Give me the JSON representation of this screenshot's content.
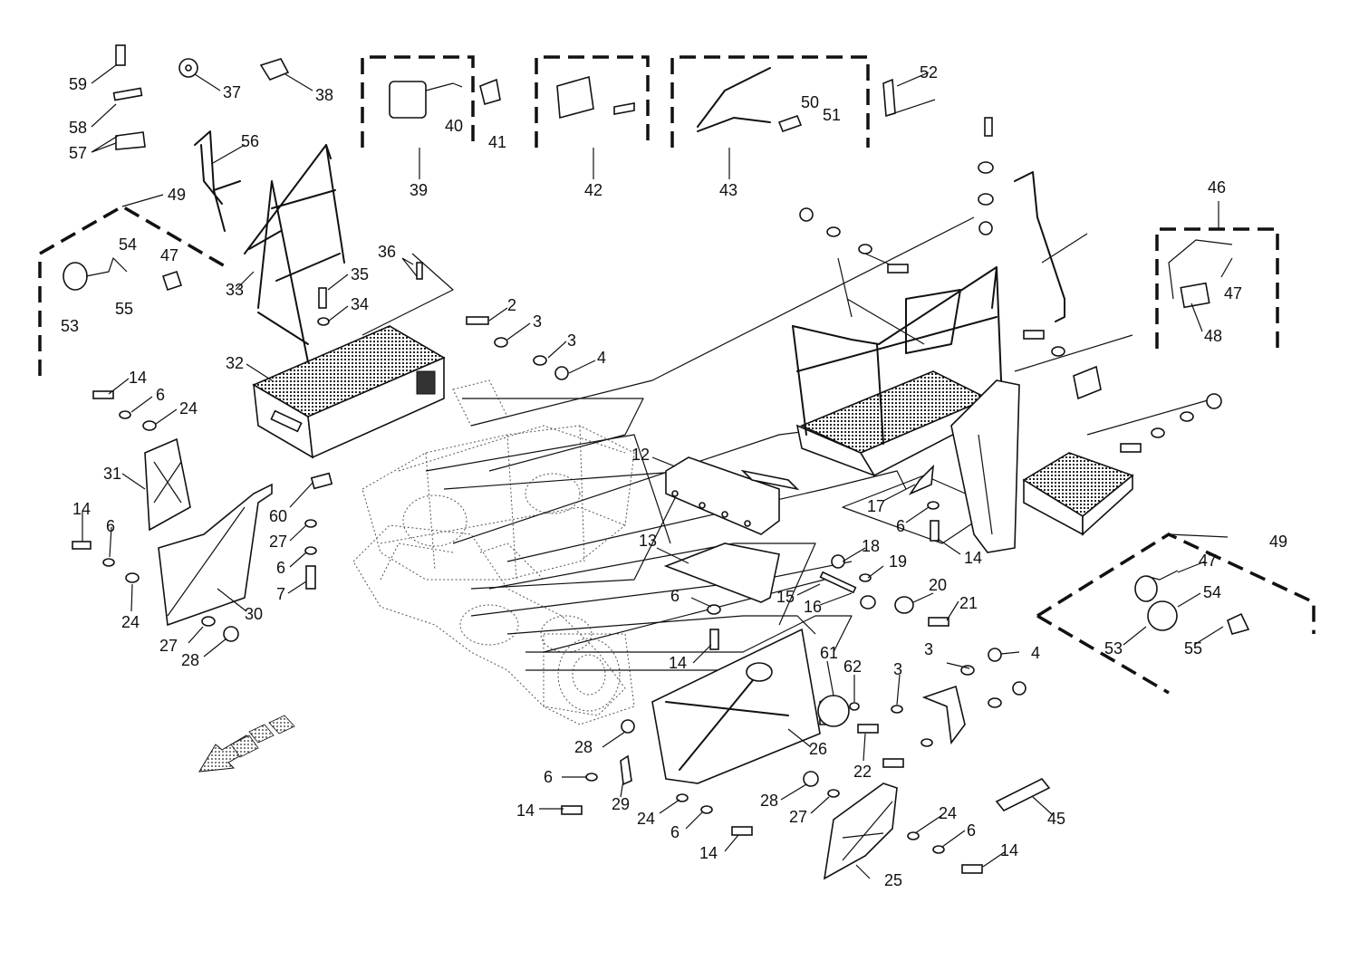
{
  "diagram": {
    "part_labels": [
      {
        "key": "l59",
        "text": "59"
      },
      {
        "key": "l58",
        "text": "58"
      },
      {
        "key": "l57",
        "text": "57"
      },
      {
        "key": "l37",
        "text": "37"
      },
      {
        "key": "l38",
        "text": "38"
      },
      {
        "key": "l40",
        "text": "40"
      },
      {
        "key": "l41",
        "text": "41"
      },
      {
        "key": "l39",
        "text": "39"
      },
      {
        "key": "l42",
        "text": "42"
      },
      {
        "key": "l50",
        "text": "50"
      },
      {
        "key": "l51",
        "text": "51"
      },
      {
        "key": "l43",
        "text": "43"
      },
      {
        "key": "l52",
        "text": "52"
      },
      {
        "key": "l56",
        "text": "56"
      },
      {
        "key": "l49a",
        "text": "49"
      },
      {
        "key": "l54a",
        "text": "54"
      },
      {
        "key": "l47a",
        "text": "47"
      },
      {
        "key": "l53a",
        "text": "53"
      },
      {
        "key": "l55a",
        "text": "55"
      },
      {
        "key": "l33",
        "text": "33"
      },
      {
        "key": "l36",
        "text": "36"
      },
      {
        "key": "l35",
        "text": "35"
      },
      {
        "key": "l34",
        "text": "34"
      },
      {
        "key": "l2",
        "text": "2"
      },
      {
        "key": "l3a",
        "text": "3"
      },
      {
        "key": "l3b",
        "text": "3"
      },
      {
        "key": "l4a",
        "text": "4"
      },
      {
        "key": "l32",
        "text": "32"
      },
      {
        "key": "l14a",
        "text": "14"
      },
      {
        "key": "l6a",
        "text": "6"
      },
      {
        "key": "l24a",
        "text": "24"
      },
      {
        "key": "l31",
        "text": "31"
      },
      {
        "key": "l14b",
        "text": "14"
      },
      {
        "key": "l6b",
        "text": "6"
      },
      {
        "key": "l60",
        "text": "60"
      },
      {
        "key": "l27a",
        "text": "27"
      },
      {
        "key": "l6c",
        "text": "6"
      },
      {
        "key": "l7",
        "text": "7"
      },
      {
        "key": "l24b",
        "text": "24"
      },
      {
        "key": "l30",
        "text": "30"
      },
      {
        "key": "l27b",
        "text": "27"
      },
      {
        "key": "l28a",
        "text": "28"
      },
      {
        "key": "l46",
        "text": "46"
      },
      {
        "key": "l47b",
        "text": "47"
      },
      {
        "key": "l48",
        "text": "48"
      },
      {
        "key": "l12",
        "text": "12"
      },
      {
        "key": "l17",
        "text": "17"
      },
      {
        "key": "l6d",
        "text": "6"
      },
      {
        "key": "l14c",
        "text": "14"
      },
      {
        "key": "l13",
        "text": "13"
      },
      {
        "key": "l18",
        "text": "18"
      },
      {
        "key": "l19",
        "text": "19"
      },
      {
        "key": "l15",
        "text": "15"
      },
      {
        "key": "l16",
        "text": "16"
      },
      {
        "key": "l20",
        "text": "20"
      },
      {
        "key": "l21",
        "text": "21"
      },
      {
        "key": "l6e",
        "text": "6"
      },
      {
        "key": "l14d",
        "text": "14"
      },
      {
        "key": "l49b",
        "text": "49"
      },
      {
        "key": "l47c",
        "text": "47"
      },
      {
        "key": "l54b",
        "text": "54"
      },
      {
        "key": "l53b",
        "text": "53"
      },
      {
        "key": "l55b",
        "text": "55"
      },
      {
        "key": "l61",
        "text": "61"
      },
      {
        "key": "l62",
        "text": "62"
      },
      {
        "key": "l3c",
        "text": "3"
      },
      {
        "key": "l4b",
        "text": "4"
      },
      {
        "key": "l3d",
        "text": "3"
      },
      {
        "key": "l26",
        "text": "26"
      },
      {
        "key": "l22",
        "text": "22"
      },
      {
        "key": "l28b",
        "text": "28"
      },
      {
        "key": "l6f",
        "text": "6"
      },
      {
        "key": "l29",
        "text": "29"
      },
      {
        "key": "l14e",
        "text": "14"
      },
      {
        "key": "l24c",
        "text": "24"
      },
      {
        "key": "l6g",
        "text": "6"
      },
      {
        "key": "l14f",
        "text": "14"
      },
      {
        "key": "l28c",
        "text": "28"
      },
      {
        "key": "l27c",
        "text": "27"
      },
      {
        "key": "l24d",
        "text": "24"
      },
      {
        "key": "l6h",
        "text": "6"
      },
      {
        "key": "l14g",
        "text": "14"
      },
      {
        "key": "l25",
        "text": "25"
      },
      {
        "key": "l45",
        "text": "45"
      }
    ]
  }
}
